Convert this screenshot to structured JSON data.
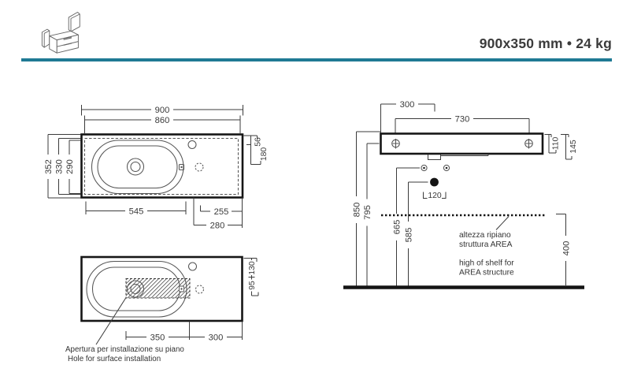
{
  "header": {
    "title": "900x350 mm • 24 kg"
  },
  "top_view": {
    "dim_overall_width": "900",
    "dim_inner_width": "860",
    "dim_depth": "352",
    "dim_inner_depth": "330",
    "dim_basin_depth": "290",
    "dim_basin_width": "545",
    "dim_right_inner": "255",
    "dim_right_outer": "280",
    "dim_tap_offset": "56",
    "dim_drain_offset": "180"
  },
  "bottom_view": {
    "dim_hole_width": "350",
    "dim_right_width": "300",
    "dim_offset_max": "130",
    "dim_offset_min": "95",
    "note_it": "Apertura per installazione su piano",
    "note_en": "Hole for surface installation"
  },
  "front_view": {
    "dim_drain_from_left": "300",
    "dim_fixing_centers": "730",
    "dim_body_height": "110",
    "dim_body_trap_height": "145",
    "dim_height_top": "850",
    "dim_height_mid": "795",
    "dim_height_fixings": "665",
    "dim_height_drain": "585",
    "dim_drain_spacing": "120",
    "dim_shelf_height": "400",
    "shelf_note_it_line1": "altezza ripiano",
    "shelf_note_it_line2": "struttura AREA",
    "shelf_note_en_line1": "high of shelf for",
    "shelf_note_en_line2": "AREA structure"
  },
  "colors": {
    "accent_teal": "#1f7a94",
    "ink": "#3a3a3a"
  }
}
